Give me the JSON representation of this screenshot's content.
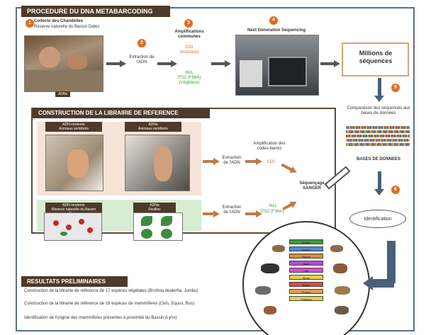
{
  "title": "PROCEDURE DU DNA METABARCODING",
  "steps": {
    "s1": {
      "num": "1",
      "label": "Collecte des Chandelles",
      "sub": "Réserve naturelle du Bassin Dates",
      "caption": "ADNe"
    },
    "s2": {
      "num": "2",
      "label": "Extraction de l'ADN"
    },
    "s3": {
      "num": "3",
      "label": "Amplifications communes",
      "a": "COI",
      "a_sub": "(Animaux)",
      "b": "rbcL",
      "b2": "ITS2 (FIWA)",
      "b_sub": "(Végétaux)"
    },
    "s4": {
      "num": "4",
      "label": "Next Generation Sequencing"
    },
    "s5": {
      "num": "5"
    },
    "s6": {
      "num": "6"
    }
  },
  "millions": "Millions de séquences",
  "comparison": "Comparaison des séquences aux bases de données",
  "databases": "BASES DE DONNEES",
  "identification": "Identification",
  "library": {
    "title": "CONSTRUCTION DE LA LIBRAIRIE DE REFERENCE",
    "adn_animals": "ADN moderne",
    "adn_animals_sub": "Animaux vertébrés",
    "ancient_animals": "ADNa",
    "ancient_animals_sub": "Animaux vertébrés",
    "extract1": "Extraction de l'ADN",
    "amp1": "Amplification des codes-barres",
    "coi": "COI",
    "adn_plants": "ADN moderne",
    "adn_plants_sub": "Réserve naturelle du Bassin Dates",
    "plants": "ADNa",
    "plants_sub": "Feuilles",
    "extract2": "Extraction de l'ADN",
    "rbcl": "rbcL",
    "its2": "ITS2 (FIWA)",
    "sanger": "Séquençage SANGER"
  },
  "results": {
    "title": "RESULTATS PRELIMINAIRES",
    "items": [
      "Construction de la librairie de référence de 17 espèces végétales (Bruhnia dealerha, Jumbu)",
      "Construction de la librairie de référence de 16 espèces de mammifères (Ovis, Equus, Bos)",
      "Identification de l'origine des mammifères présentes à proximité du Bassin (Lynx)"
    ]
  },
  "wheel": {
    "taxa": [
      "Sorbus",
      "Cornus",
      "Rubus",
      "Salix",
      "Vitis",
      "Alnus",
      "Malus",
      "Prunus",
      "Fraxinus"
    ],
    "colors": [
      "#3a9b3a",
      "#4a8ad4",
      "#e08a3a",
      "#b54ad4",
      "#e04ad4",
      "#e0d44a",
      "#e04a4a",
      "#e0a04a",
      "#e0d44a"
    ]
  }
}
